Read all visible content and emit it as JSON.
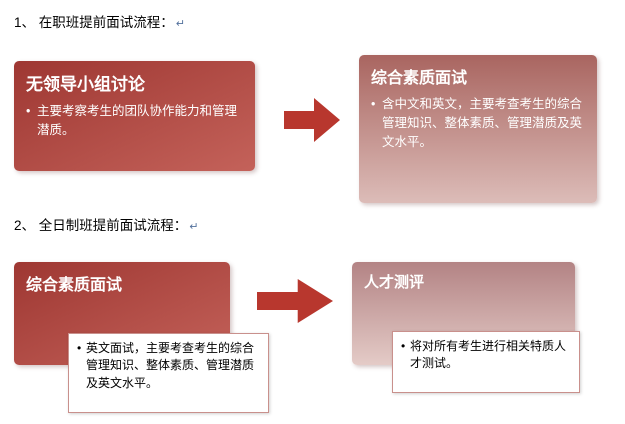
{
  "glyphs": {
    "bullet": "•"
  },
  "colors": {
    "box-dark-top": "#9e3732",
    "box-dark-bottom": "#c4625a",
    "box-rose-top": "#a96560",
    "box-rose-bottom": "#dcbcb8",
    "box-mauve-top": "#b38384",
    "box-mauve-bottom": "#e4cbc7",
    "arrow-red": "#b8372e",
    "callout-border": "#c9908c",
    "box-text": "#ffffff",
    "heading-text": "#000000",
    "callout-text": "#000000",
    "return-mark-blue": "#53719c"
  },
  "section1": {
    "heading": "1、 在职班提前面试流程：",
    "return_mark": "↵",
    "left_box": {
      "title": "无领导小组讨论",
      "bullet": "主要考察考生的团队协作能力和管理潜质。"
    },
    "right_box": {
      "title": "综合素质面试",
      "bullet": "含中文和英文，主要考查考生的综合管理知识、整体素质、管理潜质及英文水平。"
    }
  },
  "section2": {
    "heading": "2、 全日制班提前面试流程：",
    "return_mark": "↵",
    "left_box": {
      "title": "综合素质面试",
      "callout": "英文面试，主要考查考生的综合管理知识、整体素质、管理潜质及英文水平。"
    },
    "right_box": {
      "title": "人才测评",
      "callout": "将对所有考生进行相关特质人才测试。"
    }
  }
}
